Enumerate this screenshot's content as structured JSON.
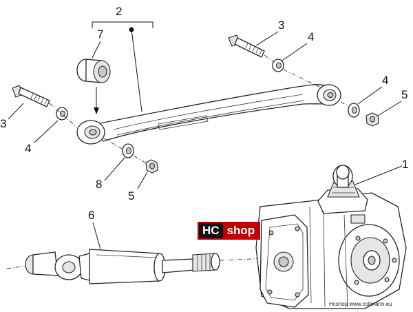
{
  "callouts": {
    "c1": "1",
    "c2": "2",
    "c3a": "3",
    "c3b": "3",
    "c4a": "4",
    "c4b": "4",
    "c4c": "4",
    "c5a": "5",
    "c5b": "5",
    "c6": "6",
    "c7": "7",
    "c8": "8"
  },
  "logo": {
    "hc": "HC",
    "shop": "shop"
  },
  "credit": "Hcshop www.collmann.eu"
}
